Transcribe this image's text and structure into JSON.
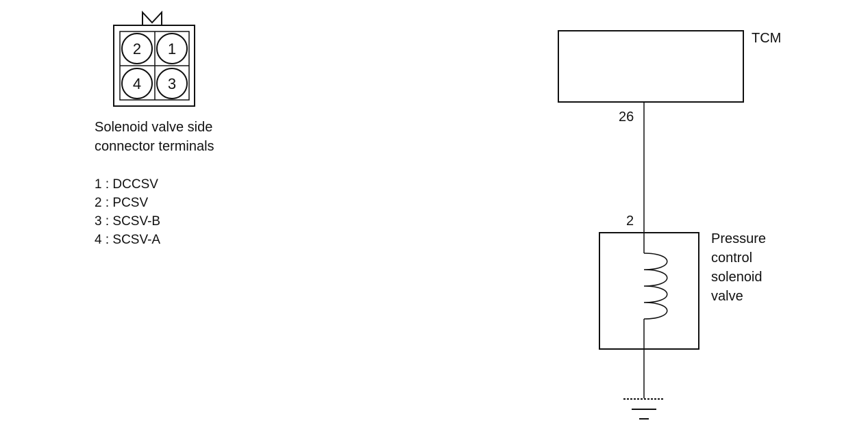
{
  "connector": {
    "pins": [
      {
        "number": "2"
      },
      {
        "number": "1"
      },
      {
        "number": "4"
      },
      {
        "number": "3"
      }
    ],
    "caption_line1": "Solenoid valve side",
    "caption_line2": "connector terminals",
    "terminal_list": [
      "1 : DCCSV",
      "2 : PCSV",
      "3 : SCSV-B",
      "4 : SCSV-A"
    ]
  },
  "circuit": {
    "tcm_label": "TCM",
    "tcm_pin": "26",
    "solenoid_pin": "2",
    "solenoid_label_lines": [
      "Pressure",
      "control",
      "solenoid",
      "valve"
    ]
  }
}
